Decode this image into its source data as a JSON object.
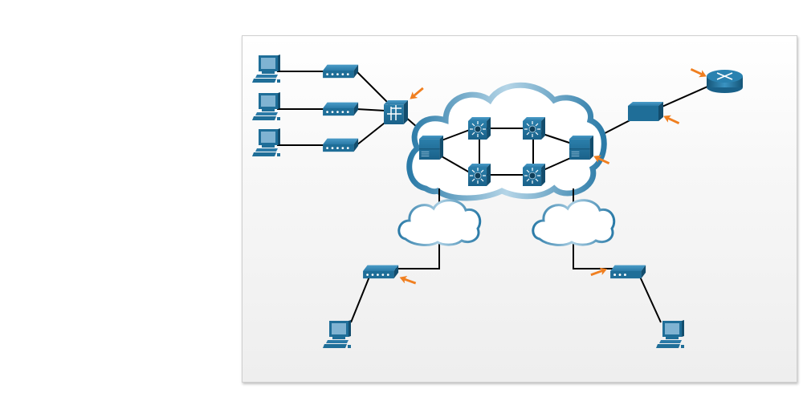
{
  "diagram": {
    "title": "",
    "colors": {
      "device": "#1f6e98",
      "device_dark": "#134d6d",
      "device_light": "#3a8fbd",
      "link": "#000000",
      "arrow": "#f07f20",
      "cloud_stroke": "#2a7aa7",
      "cloud_stroke_light": "#a8cde2"
    },
    "nodes": [
      {
        "id": "pc-1",
        "type": "pc",
        "icon": "pc-icon"
      },
      {
        "id": "pc-2",
        "type": "pc",
        "icon": "pc-icon"
      },
      {
        "id": "pc-3",
        "type": "pc",
        "icon": "pc-icon"
      },
      {
        "id": "modem-1",
        "type": "modem",
        "icon": "modem-icon"
      },
      {
        "id": "modem-2",
        "type": "modem",
        "icon": "modem-icon"
      },
      {
        "id": "modem-3",
        "type": "modem",
        "icon": "modem-icon"
      },
      {
        "id": "access-router",
        "type": "access-server",
        "icon": "access-server-icon",
        "highlighted": true
      },
      {
        "id": "edge-left",
        "type": "provider-edge",
        "icon": "server-switch-icon"
      },
      {
        "id": "core-tl",
        "type": "l3-switch",
        "icon": "multilayer-switch-icon"
      },
      {
        "id": "core-tr",
        "type": "l3-switch",
        "icon": "multilayer-switch-icon"
      },
      {
        "id": "core-bl",
        "type": "l3-switch",
        "icon": "multilayer-switch-icon"
      },
      {
        "id": "core-br",
        "type": "l3-switch",
        "icon": "multilayer-switch-icon"
      },
      {
        "id": "edge-right",
        "type": "provider-edge",
        "icon": "server-switch-icon",
        "highlighted": true
      },
      {
        "id": "csu-dsu",
        "type": "csu-dsu",
        "icon": "box-icon",
        "highlighted": true
      },
      {
        "id": "router",
        "type": "router",
        "icon": "router-icon",
        "highlighted": true
      },
      {
        "id": "modem-left-bottom",
        "type": "modem",
        "icon": "modem-icon",
        "highlighted": true
      },
      {
        "id": "modem-right-bottom",
        "type": "modem",
        "icon": "modem-icon",
        "highlighted": true
      },
      {
        "id": "pc-4",
        "type": "pc",
        "icon": "pc-icon"
      },
      {
        "id": "pc-5",
        "type": "pc",
        "icon": "pc-icon"
      }
    ],
    "clouds": [
      "provider-cloud",
      "cloud-left",
      "cloud-right"
    ],
    "links": [
      [
        "pc-1",
        "modem-1"
      ],
      [
        "pc-2",
        "modem-2"
      ],
      [
        "pc-3",
        "modem-3"
      ],
      [
        "modem-1",
        "access-router"
      ],
      [
        "modem-2",
        "access-router"
      ],
      [
        "modem-3",
        "access-router"
      ],
      [
        "access-router",
        "edge-left"
      ],
      [
        "edge-left",
        "core-tl"
      ],
      [
        "edge-left",
        "core-bl"
      ],
      [
        "core-tl",
        "core-tr"
      ],
      [
        "core-bl",
        "core-br"
      ],
      [
        "core-tl",
        "core-bl"
      ],
      [
        "core-tr",
        "core-br"
      ],
      [
        "core-tr",
        "edge-right"
      ],
      [
        "core-br",
        "edge-right"
      ],
      [
        "edge-right",
        "csu-dsu"
      ],
      [
        "csu-dsu",
        "router"
      ],
      [
        "edge-left",
        "modem-left-bottom"
      ],
      [
        "edge-right",
        "modem-right-bottom"
      ],
      [
        "modem-left-bottom",
        "pc-4"
      ],
      [
        "modem-right-bottom",
        "pc-5"
      ]
    ]
  }
}
